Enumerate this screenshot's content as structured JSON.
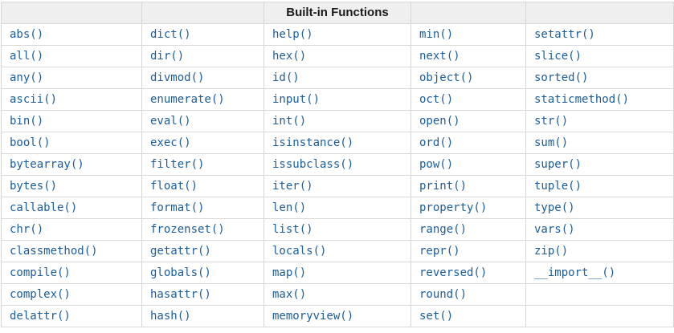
{
  "table": {
    "title": "Built-in Functions",
    "colors": {
      "link": "#1b5d9b",
      "header_bg": "#efefef",
      "header_text": "#1a1a1a",
      "border": "#d8d8d8"
    },
    "rows": [
      [
        "abs()",
        "dict()",
        "help()",
        "min()",
        "setattr()"
      ],
      [
        "all()",
        "dir()",
        "hex()",
        "next()",
        "slice()"
      ],
      [
        "any()",
        "divmod()",
        "id()",
        "object()",
        "sorted()"
      ],
      [
        "ascii()",
        "enumerate()",
        "input()",
        "oct()",
        "staticmethod()"
      ],
      [
        "bin()",
        "eval()",
        "int()",
        "open()",
        "str()"
      ],
      [
        "bool()",
        "exec()",
        "isinstance()",
        "ord()",
        "sum()"
      ],
      [
        "bytearray()",
        "filter()",
        "issubclass()",
        "pow()",
        "super()"
      ],
      [
        "bytes()",
        "float()",
        "iter()",
        "print()",
        "tuple()"
      ],
      [
        "callable()",
        "format()",
        "len()",
        "property()",
        "type()"
      ],
      [
        "chr()",
        "frozenset()",
        "list()",
        "range()",
        "vars()"
      ],
      [
        "classmethod()",
        "getattr()",
        "locals()",
        "repr()",
        "zip()"
      ],
      [
        "compile()",
        "globals()",
        "map()",
        "reversed()",
        "__import__()"
      ],
      [
        "complex()",
        "hasattr()",
        "max()",
        "round()",
        ""
      ],
      [
        "delattr()",
        "hash()",
        "memoryview()",
        "set()",
        ""
      ]
    ]
  }
}
